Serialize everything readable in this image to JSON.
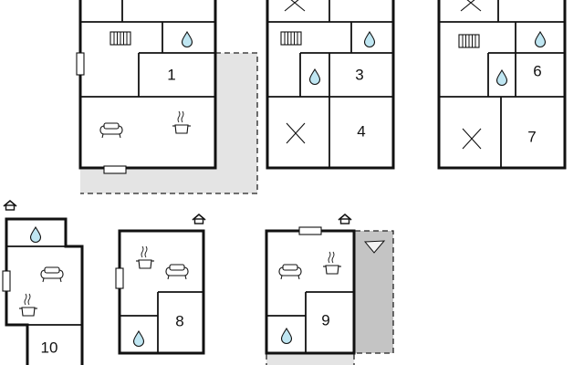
{
  "colors": {
    "wall": "#111111",
    "terrace_light": "#e4e4e4",
    "terrace_dark": "#c4c4c4",
    "water": "#bfe6f2"
  },
  "icons": [
    "radiator-icon",
    "water-drop-icon",
    "sofa-icon",
    "cooking-pot-icon",
    "bed-cross-icon",
    "house-icon",
    "north-arrow-icon",
    "window-icon"
  ],
  "rooms": {
    "r1": "1",
    "r3": "3",
    "r4": "4",
    "r6": "6",
    "r7": "7",
    "r8": "8",
    "r9": "9",
    "r10": "10"
  }
}
